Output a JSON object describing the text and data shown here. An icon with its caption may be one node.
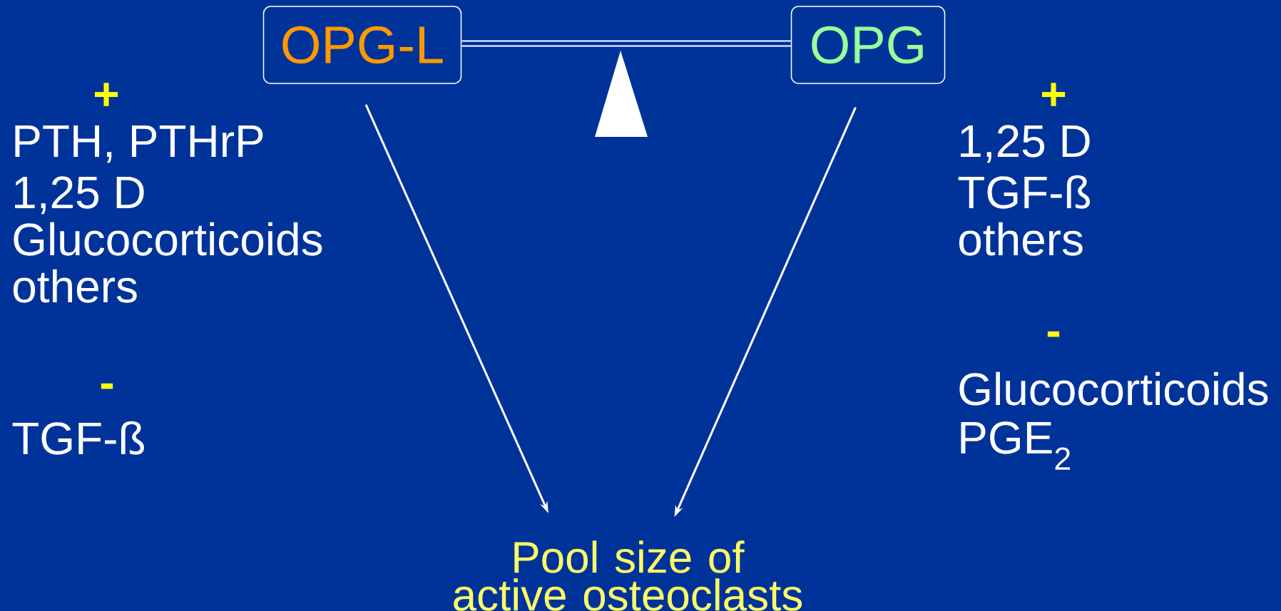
{
  "diagram": {
    "nodes": [
      {
        "text": [
          "OPG-L"
        ]
      },
      {
        "text": [
          "OPG"
        ]
      },
      {
        "text": [
          "Pool size of active osteoclasts"
        ]
      },
      {
        "text": [],
        "shape": "triangle"
      }
    ],
    "edges": [
      {
        "from": 0,
        "to": 1,
        "arrow": "none",
        "style": "thick"
      },
      {
        "from": 0,
        "to": 2,
        "arrow": "to"
      },
      {
        "from": 1,
        "to": 2,
        "arrow": "to"
      }
    ],
    "labels": [
      "+",
      "PTH, PTHrP",
      "1,25 D",
      "Glucocorticoids",
      "others",
      "-",
      "TGF-ß",
      "+",
      "1,25 D",
      "TGF-ß",
      "others",
      "-",
      "Glucocorticoids",
      "PGE$_{2}$"
    ]
  }
}
